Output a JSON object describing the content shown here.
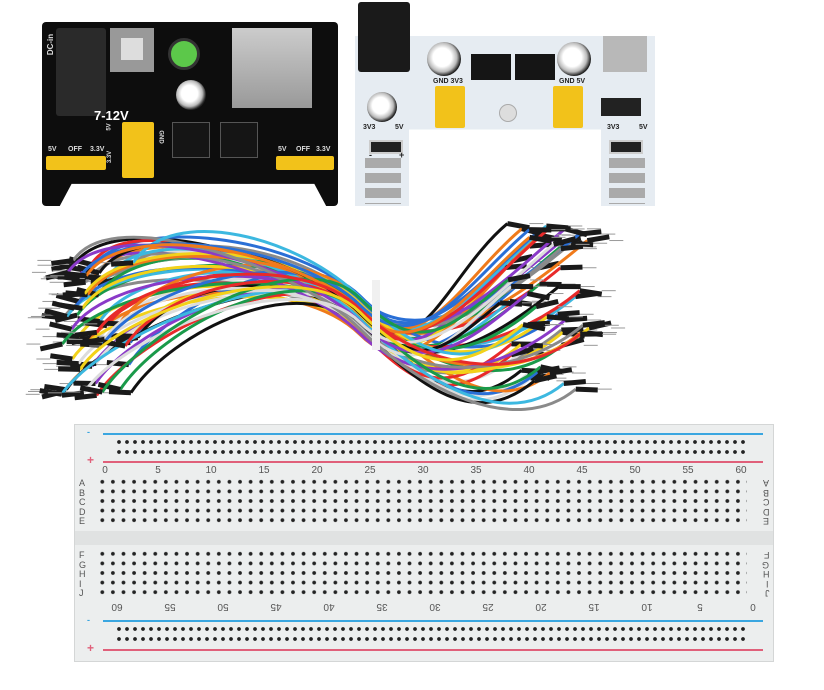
{
  "black_module": {
    "dc_label": "DC-in",
    "voltage_label": "7-12V",
    "left_selector": [
      "5V",
      "OFF",
      "3.3V"
    ],
    "right_selector": [
      "5V",
      "OFF",
      "3.3V"
    ],
    "header_labels": [
      "5V",
      "GND",
      "3.3V"
    ]
  },
  "white_module": {
    "cap_left_label": "GND 3V3",
    "cap_right_label": "GND 5V",
    "switch_left_labels": [
      "3V3",
      "5V"
    ],
    "switch_right_labels": [
      "3V3",
      "5V"
    ],
    "polarity": [
      "-",
      "+"
    ]
  },
  "breadboard": {
    "rail_minus": "-",
    "rail_plus": "+",
    "top_numbers": [
      "0",
      "5",
      "10",
      "15",
      "20",
      "25",
      "30",
      "35",
      "40",
      "45",
      "50",
      "55",
      "60"
    ],
    "bottom_numbers": [
      "60",
      "55",
      "50",
      "45",
      "40",
      "35",
      "30",
      "25",
      "20",
      "15",
      "10",
      "5",
      "0"
    ],
    "rows_top": [
      "A",
      "B",
      "C",
      "D",
      "E"
    ],
    "rows_bottom": [
      "F",
      "G",
      "H",
      "I",
      "J"
    ],
    "colors": {
      "blue_rail": "#3aa6e0",
      "red_rail": "#e0607a"
    }
  },
  "wire_colors": [
    "#e8e8e8",
    "#2a6fd6",
    "#1a9a4a",
    "#f07a1a",
    "#e82a2a",
    "#f2d21a",
    "#111111",
    "#8a3ac8",
    "#8a8a8a",
    "#3cb8e0"
  ]
}
